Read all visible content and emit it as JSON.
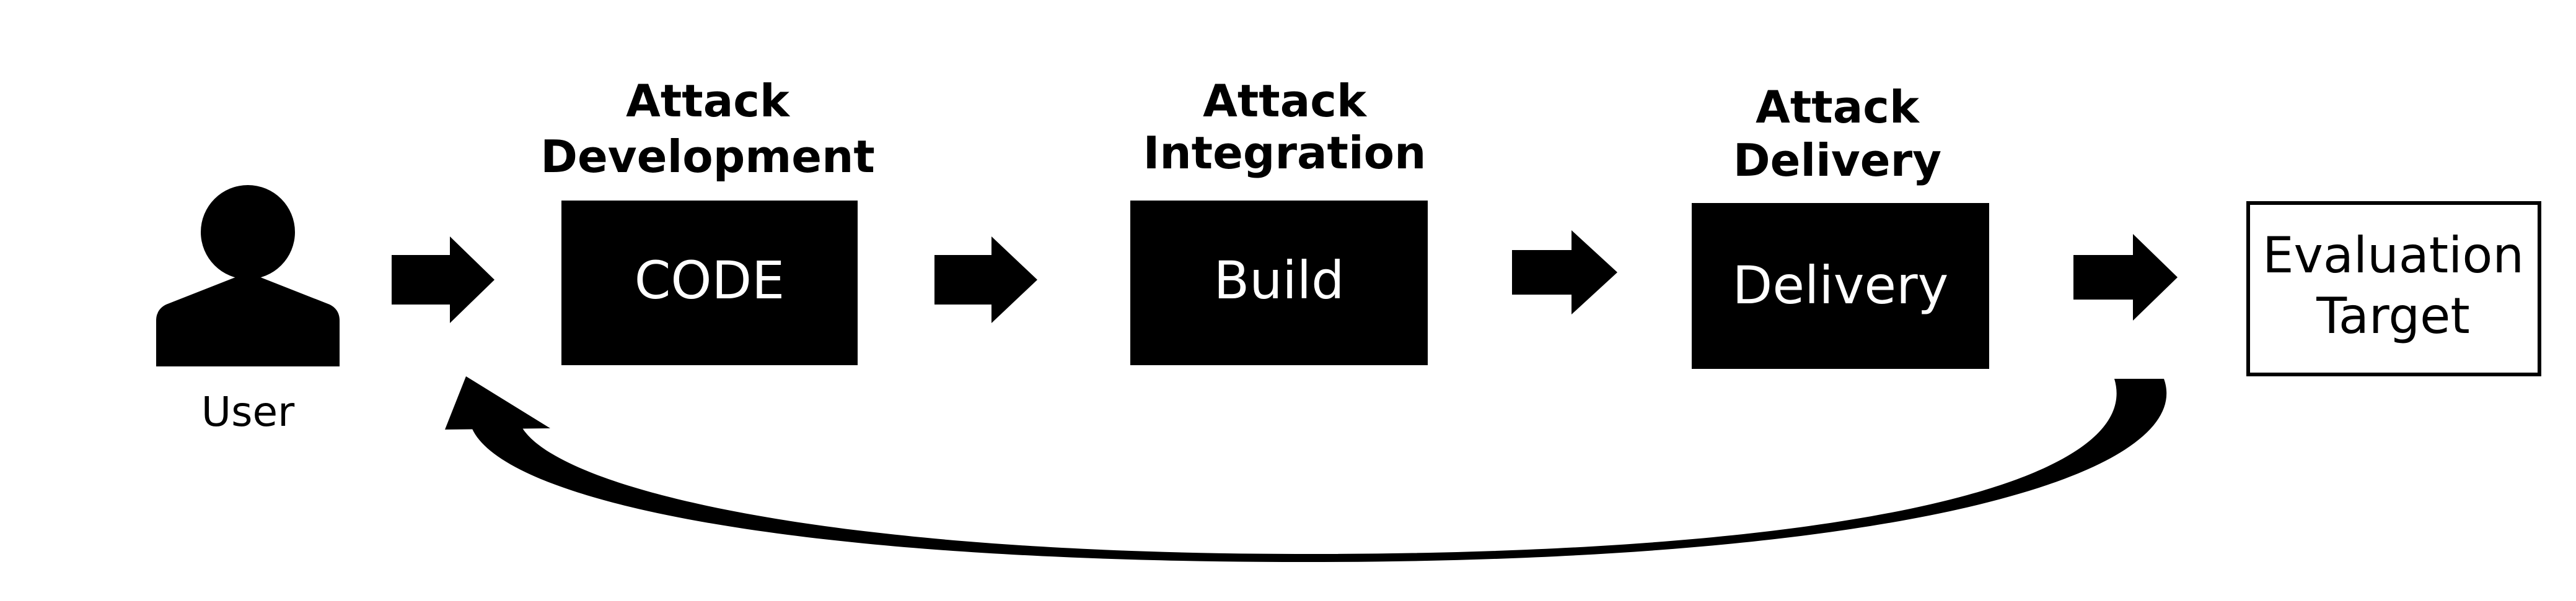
{
  "user": {
    "label": "User"
  },
  "stages": [
    {
      "title_line1": "Attack",
      "title_line2": "Development",
      "box_label": "CODE"
    },
    {
      "title_line1": "Attack",
      "title_line2": "Integration",
      "box_label": "Build"
    },
    {
      "title_line1": "Attack",
      "title_line2": "Delivery",
      "box_label": "Delivery"
    }
  ],
  "target": {
    "line1": "Evaluation",
    "line2": "Target"
  },
  "colors": {
    "foreground": "#000000",
    "background": "#ffffff"
  },
  "icons": {
    "user": "person-silhouette-icon",
    "flow": "right-arrow-icon",
    "feedback": "curved-return-arrow-icon"
  }
}
